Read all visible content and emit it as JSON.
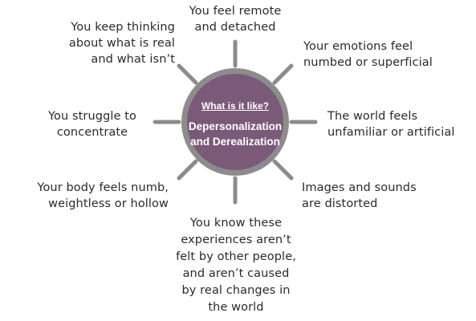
{
  "center": {
    "question": "What is it like?",
    "title": "Depersonalization\nand Derealization",
    "colors": {
      "fill": "#7a5a78",
      "ring": "#8c8c8c",
      "text": "#ffffff"
    }
  },
  "spoke_color": "#8c8c8c",
  "labels": {
    "top": "You feel remote\nand detached",
    "top_left": "You keep thinking\nabout what is real\nand what isn’t",
    "top_right": "Your emotions feel\nnumbed or superficial",
    "left": "You struggle to\nconcentrate",
    "right": "The world feels\nunfamiliar or artificial",
    "bottom_left": "Your body feels numb,\nweightless or hollow",
    "bottom_right": "Images and sounds\nare distorted",
    "bottom": "You know these\nexperiences aren’t\nfelt by other people,\nand aren’t caused\nby real changes in\nthe world"
  }
}
